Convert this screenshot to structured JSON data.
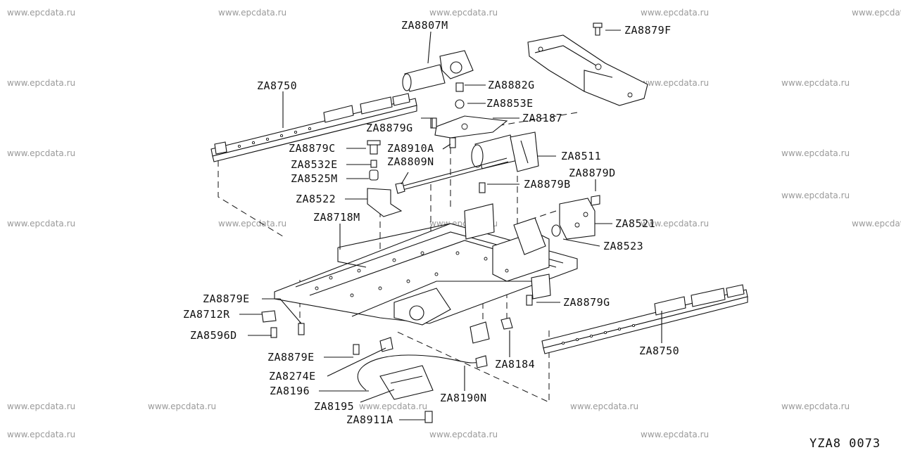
{
  "watermark": "www.epcdata.ru",
  "diagram_code": "YZA8 0073",
  "labels": {
    "za8807m": "ZA8807M",
    "za8879f": "ZA8879F",
    "za8750_left": "ZA8750",
    "za8882g": "ZA8882G",
    "za8853e": "ZA8853E",
    "za8187": "ZA8187",
    "za8879g_top": "ZA8879G",
    "za8879c": "ZA8879C",
    "za8910a": "ZA8910A",
    "za8511": "ZA8511",
    "za8532e": "ZA8532E",
    "za8809n": "ZA8809N",
    "za8525m": "ZA8525M",
    "za8879d": "ZA8879D",
    "za8879b": "ZA8879B",
    "za8522": "ZA8522",
    "za8718m": "ZA8718M",
    "za8521": "ZA8521",
    "za8523": "ZA8523",
    "za8879e_top": "ZA8879E",
    "za8879g_right": "ZA8879G",
    "za8712r": "ZA8712R",
    "za8596d": "ZA8596D",
    "za8750_right": "ZA8750",
    "za8879e_bottom": "ZA8879E",
    "za8184": "ZA8184",
    "za8274e": "ZA8274E",
    "za8196": "ZA8196",
    "za8190n": "ZA8190N",
    "za8195": "ZA8195",
    "za8911a": "ZA8911A"
  }
}
